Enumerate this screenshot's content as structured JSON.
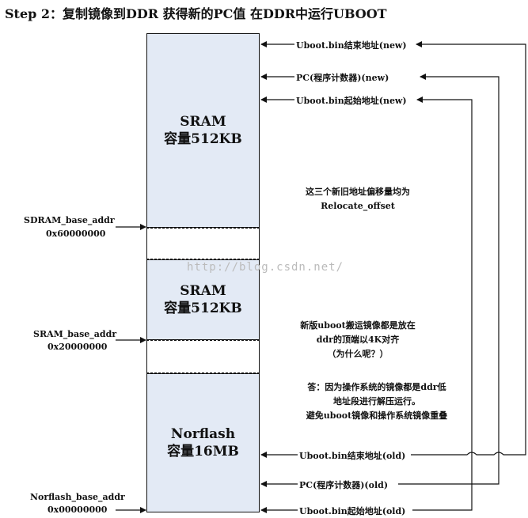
{
  "title": "Step 2：复制镜像到DDR 获得新的PC值 在DDR中运行UBOOT",
  "blocks": {
    "sram_top": {
      "name": "SRAM",
      "size": "容量512KB"
    },
    "sram_mid": {
      "name": "SRAM",
      "size": "容量512KB"
    },
    "norflash": {
      "name": "Norflash",
      "size": "容量16MB"
    }
  },
  "left_labels": {
    "sdram_base": {
      "name": "SDRAM_base_addr",
      "addr": "0x60000000"
    },
    "sram_base": {
      "name": "SRAM_base_addr",
      "addr": "0x20000000"
    },
    "norflash_base": {
      "name": "Norflash_base_addr",
      "addr": "0x00000000"
    }
  },
  "right_labels": {
    "end_new": "Uboot.bin结束地址(new)",
    "pc_new": "PC(程序计数器)(new)",
    "start_new": "Uboot.bin起始地址(new)",
    "end_old": "Uboot.bin结束地址(old)",
    "pc_old": "PC(程序计数器)(old)",
    "start_old": "Uboot.bin起始地址(old)"
  },
  "notes": {
    "offset_line1": "这三个新旧地址偏移量均为",
    "offset_line2": "Relocate_offset",
    "align_line1": "新版uboot搬运镜像都是放在",
    "align_line2": "ddr的顶端以4K对齐",
    "align_line3": "（为什么呢？）",
    "answer_line1": "答：因为操作系统的镜像都是ddr低",
    "answer_line2": "地址段进行解压运行。",
    "answer_line3": "避免uboot镜像和操作系统镜像重叠"
  },
  "watermark": "http://blog.csdn.net/"
}
